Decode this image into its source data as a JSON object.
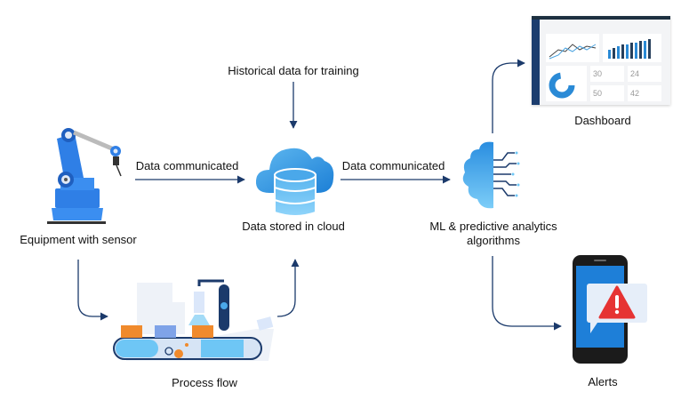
{
  "labels": {
    "equipment": "Equipment with sensor",
    "data_comm_1": "Data communicated",
    "historical": "Historical data for training",
    "cloud": "Data stored in cloud",
    "data_comm_2": "Data communicated",
    "ml_line1": "ML & predictive analytics",
    "ml_line2": "algorithms",
    "dashboard": "Dashboard",
    "alerts": "Alerts",
    "process": "Process flow"
  },
  "dashboard_widget_values": [
    "30",
    "24",
    "50",
    "42"
  ],
  "colors": {
    "arrow": "#1b3a6b",
    "primary_blue": "#2e86de",
    "light_blue": "#6ec6f5",
    "orange": "#f08a2c",
    "alert_red": "#e63333"
  }
}
